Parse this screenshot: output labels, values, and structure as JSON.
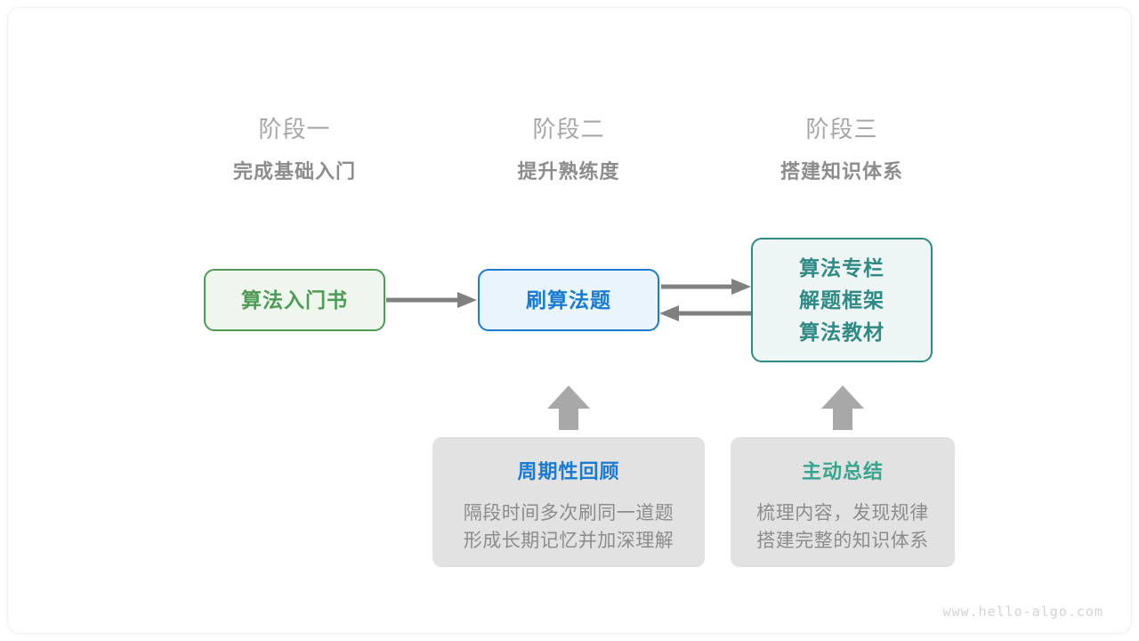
{
  "colors": {
    "background": "#ffffff",
    "frame_border": "#f1f1f1",
    "stage_label": "#a6a6a6",
    "stage_title": "#8c8c8c",
    "green": "#4f9a55",
    "green_fill": "#eef6ee",
    "blue": "#1a7bd4",
    "blue_fill": "#e9f4fd",
    "teal": "#2f8a85",
    "teal_fill": "#eef6f5",
    "note_fill": "#e2e2e2",
    "note_title_blue": "#1a7bd4",
    "note_title_teal": "#3aa58f",
    "note_body": "#8c8c8c",
    "arrow": "#808080",
    "watermark": "#d3d3d3"
  },
  "stages": [
    {
      "label": "阶段一",
      "title": "完成基础入门"
    },
    {
      "label": "阶段二",
      "title": "提升熟练度"
    },
    {
      "label": "阶段三",
      "title": "搭建知识体系"
    }
  ],
  "nodes": {
    "book": {
      "lines": [
        "算法入门书"
      ]
    },
    "practice": {
      "lines": [
        "刷算法题"
      ]
    },
    "knowledge": {
      "lines": [
        "算法专栏",
        "解题框架",
        "算法教材"
      ]
    }
  },
  "notes": [
    {
      "title": "周期性回顾",
      "body": [
        "隔段时间多次刷同一道题",
        "形成长期记忆并加深理解"
      ]
    },
    {
      "title": "主动总结",
      "body": [
        "梳理内容，发现规律",
        "搭建完整的知识体系"
      ]
    }
  ],
  "arrows": [
    {
      "name": "book-to-practice",
      "direction": "right"
    },
    {
      "name": "practice-to-knowledge",
      "direction": "right"
    },
    {
      "name": "knowledge-to-practice",
      "direction": "left"
    },
    {
      "name": "review-to-practice",
      "direction": "up"
    },
    {
      "name": "summary-to-knowledge",
      "direction": "up"
    }
  ],
  "watermark": "www.hello-algo.com"
}
